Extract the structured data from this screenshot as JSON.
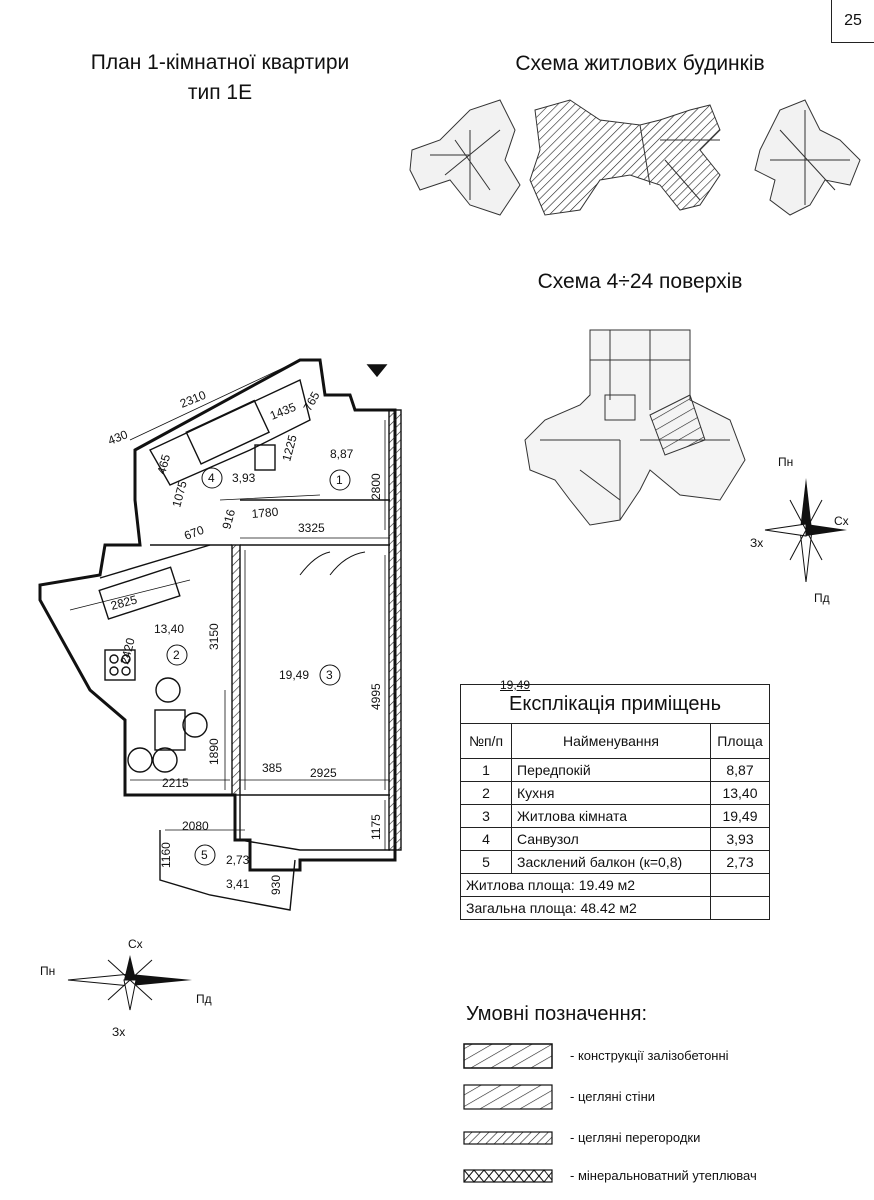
{
  "page_number": "25",
  "plan_title": {
    "line1": "План 1-кімнатної квартири",
    "line2": "тип 1Е"
  },
  "buildings_heading": "Схема житлових будинків",
  "floors_heading": "Схема 4÷24 поверхів",
  "compass_right": {
    "north": "Пн",
    "east": "Сх",
    "west": "Зх",
    "south": "Пд"
  },
  "compass_left": {
    "north": "Пн",
    "east": "Сх",
    "west": "Зх",
    "south": "Пд"
  },
  "floor_plan": {
    "dimensions": [
      "2310",
      "430",
      "1435",
      "765",
      "1225",
      "1075",
      "465",
      "670",
      "916",
      "1780",
      "3325",
      "2800",
      "2825",
      "2420",
      "3150",
      "4995",
      "1890",
      "2215",
      "385",
      "2925",
      "2080",
      "1175",
      "1160",
      "930"
    ],
    "rooms": [
      {
        "num": "1",
        "area": "8,87"
      },
      {
        "num": "2",
        "area": "13,40"
      },
      {
        "num": "3",
        "area": "19,49"
      },
      {
        "num": "4",
        "area": "3,93"
      },
      {
        "num": "5",
        "area": "2,73"
      }
    ],
    "balcony_full_area": "3,41"
  },
  "explication": {
    "note_above": "19,49",
    "title": "Експлікація приміщень",
    "headers": [
      "№п/п",
      "Найменування",
      "Площа"
    ],
    "rows": [
      [
        "1",
        "Передпокій",
        "8,87"
      ],
      [
        "2",
        "Кухня",
        "13,40"
      ],
      [
        "3",
        "Житлова кімната",
        "19,49"
      ],
      [
        "4",
        "Санвузол",
        "3,93"
      ],
      [
        "5",
        "Засклений балкон (к=0,8)",
        "2,73"
      ]
    ],
    "living_area": "Житлова площа: 19.49 м2",
    "total_area": "Загальна площа: 48.42 м2"
  },
  "legend": {
    "title": "Умовні позначення:",
    "items": [
      "- конструкції залізобетонні",
      "- цегляні стіни",
      "- цегляні перегородки",
      "- мінеральноватний утеплювач"
    ]
  }
}
